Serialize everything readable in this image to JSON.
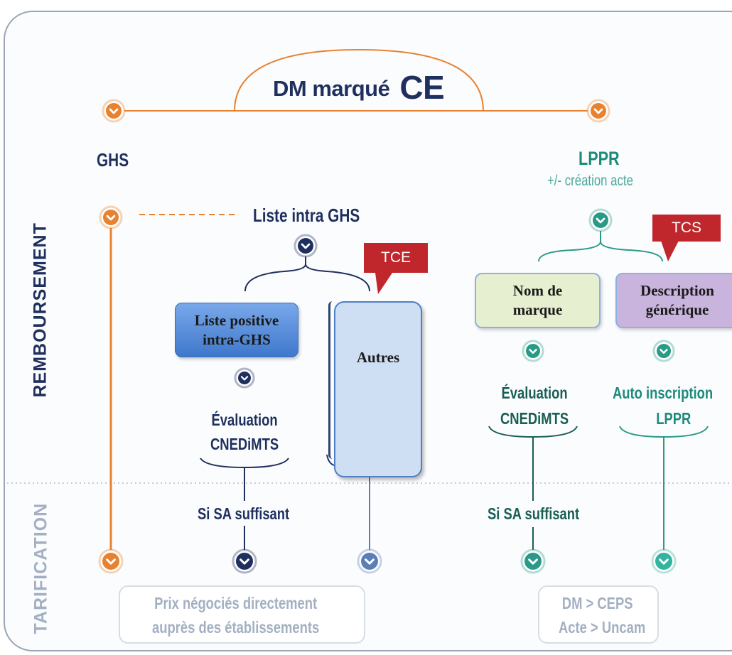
{
  "title": {
    "text": "DM marqué",
    "mark": "CE"
  },
  "left_branch": {
    "label": "GHS",
    "list_label": "Liste intra GHS"
  },
  "right_branch": {
    "label": "LPPR",
    "sublabel": "+/- création acte"
  },
  "side_labels": {
    "top": "REMBOURSEMENT",
    "bottom": "TARIFICATION"
  },
  "boxes": {
    "liste_positive": "Liste positive intra-GHS",
    "autres": "Autres",
    "nom_de_marque": "Nom de marque",
    "description_generique": "Description générique"
  },
  "tags": {
    "tce": "TCE",
    "tcs": "TCS"
  },
  "evaluations": {
    "left": [
      "Évaluation",
      "CNEDiMTS"
    ],
    "right": [
      "Évaluation",
      "CNEDiMTS"
    ],
    "auto": [
      "Auto inscription",
      "LPPR"
    ]
  },
  "conditions": {
    "left": "Si SA suffisant",
    "right": "Si SA suffisant"
  },
  "footer_boxes": {
    "left": [
      "Prix négociés directement",
      "auprès des établissements"
    ],
    "right": [
      "DM > CEPS",
      "Acte > Uncam"
    ]
  },
  "colors": {
    "orange": "#e8822e",
    "navy": "#1f2f5e",
    "blue": "#1f4f8f",
    "teal": "#2a9a88",
    "red_tag": "#c0272d",
    "box_blue": "#4c86d8",
    "box_light_blue": "#cfdff3",
    "box_green": "#e6efcf",
    "box_purple": "#c8b4dc"
  }
}
